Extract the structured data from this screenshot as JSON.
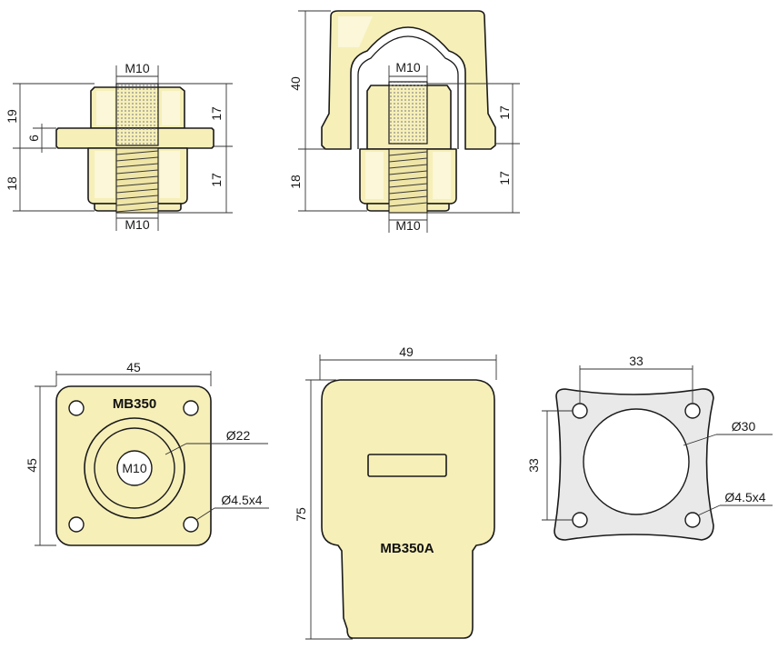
{
  "side_view_mb350": {
    "thread_top": "M10",
    "thread_bottom": "M10",
    "height_upper": "19",
    "flange_thickness": "6",
    "height_lower": "18",
    "thread_len_upper": "17",
    "thread_len_lower": "17"
  },
  "side_view_mb350a": {
    "thread_top": "M10",
    "thread_bottom": "M10",
    "cap_height": "40",
    "height_lower": "18",
    "thread_len_upper": "17",
    "thread_len_lower": "17"
  },
  "top_view_mb350": {
    "model": "MB350",
    "width": "45",
    "height": "45",
    "inner_diameter": "Ø22",
    "thread": "M10",
    "mount_holes": "Ø4.5x4"
  },
  "top_view_mb350a": {
    "model": "MB350A",
    "width": "49",
    "height": "75"
  },
  "gasket": {
    "hole_spacing_x": "33",
    "hole_spacing_y": "33",
    "center_diameter": "Ø30",
    "mount_holes": "Ø4.5x4"
  },
  "colors": {
    "part_fill": "#f6efb8",
    "gasket_fill": "#e9e9e9",
    "outline": "#1a1a1a"
  }
}
